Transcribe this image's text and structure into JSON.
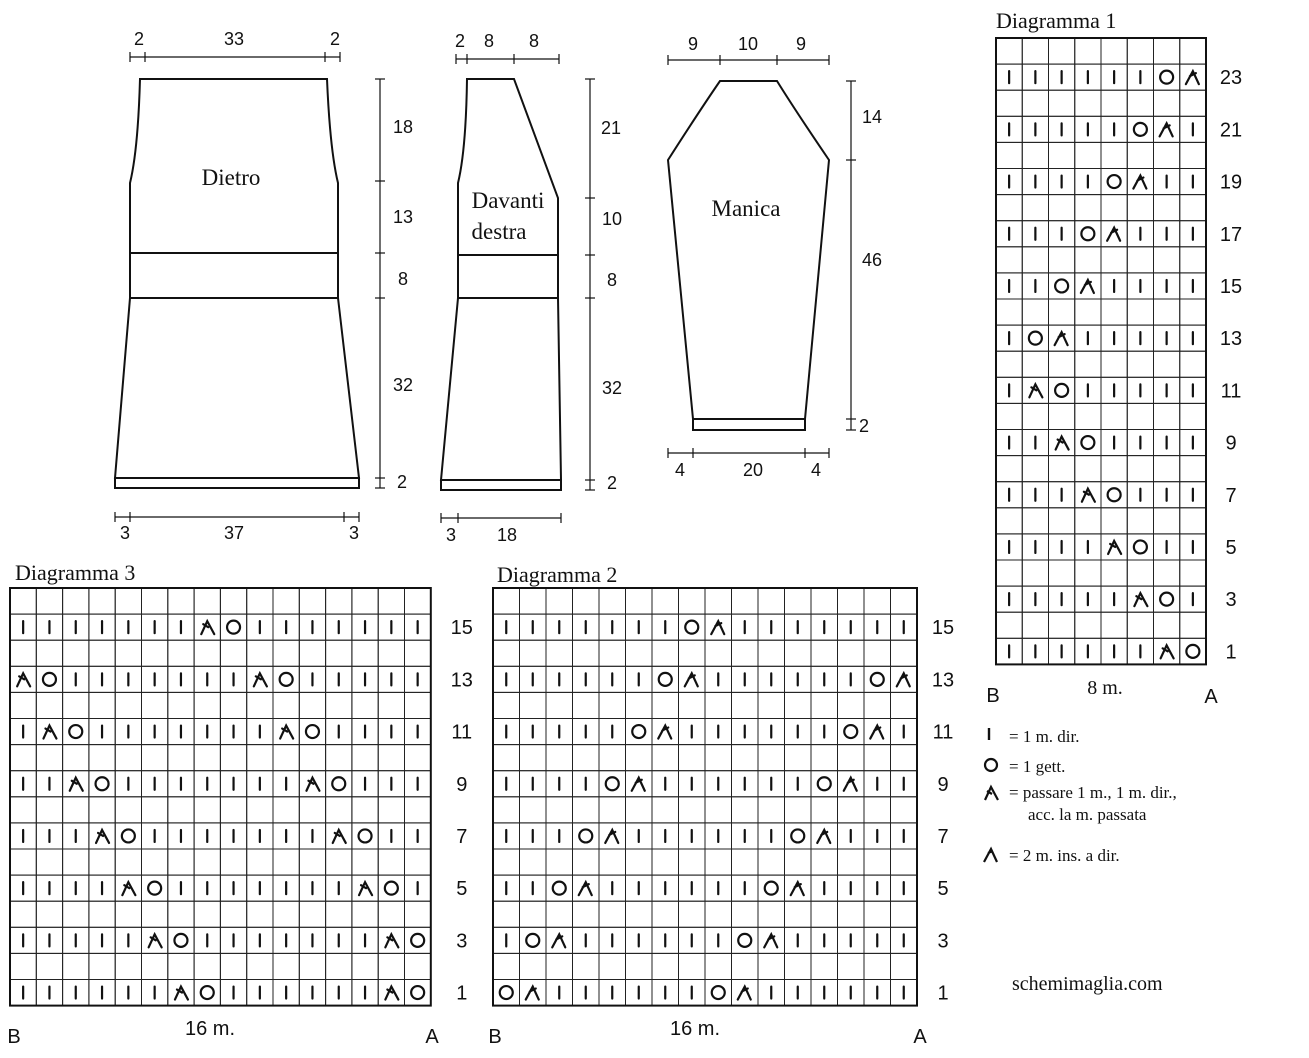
{
  "pieces": {
    "back": {
      "label": "Dietro",
      "top_widths": [
        "2",
        "33",
        "2"
      ],
      "bottom_widths": [
        "3",
        "37",
        "3"
      ],
      "heights": [
        "18",
        "13",
        "8",
        "32",
        "2"
      ]
    },
    "front": {
      "label_line1": "Davanti",
      "label_line2": "destra",
      "top_widths": [
        "2",
        "8",
        "8"
      ],
      "bottom_widths": [
        "3",
        "18"
      ],
      "heights": [
        "21",
        "10",
        "8",
        "32",
        "2"
      ]
    },
    "sleeve": {
      "label": "Manica",
      "top_widths": [
        "9",
        "10",
        "9"
      ],
      "bottom_widths": [
        "4",
        "20",
        "4"
      ],
      "heights": [
        "14",
        "46",
        "2"
      ]
    }
  },
  "diagram1": {
    "title": "Diagramma 1",
    "row_labels": [
      "23",
      "21",
      "19",
      "17",
      "15",
      "13",
      "11",
      "9",
      "7",
      "5",
      "3",
      "1"
    ],
    "rows": [
      "IIIIIIOK",
      "IIIIIOKI",
      "IIIIOKII",
      "IIIOKIII",
      "IIOKIIII",
      "IOKIIIII",
      "ISOIIIII",
      "IISOIIII",
      "IIISOIII",
      "IIIISOII",
      "IIIIISOI",
      "IIIIIISO"
    ],
    "left_label": "B",
    "right_label": "A",
    "width_label": "8 m."
  },
  "diagram2": {
    "title": "Diagramma 2",
    "row_labels": [
      "15",
      "13",
      "11",
      "9",
      "7",
      "5",
      "3",
      "1"
    ],
    "rows": [
      "IIIIIIIOKIIIIIII",
      "IIIIIIOKIIIIIIOK",
      "IIIIIOKIIIIIIOKI",
      "IIIIOKIIIIIIOKII",
      "IIIOKIIIIIIOKIII",
      "IIOKIIIIIIOKIIII",
      "IOKIIIIIIOKIIIII",
      "OKIIIIIIOKIIIIII"
    ],
    "left_label": "B",
    "right_label": "A",
    "width_label": "16 m."
  },
  "diagram3": {
    "title": "Diagramma 3",
    "row_labels": [
      "15",
      "13",
      "11",
      "9",
      "7",
      "5",
      "3",
      "1"
    ],
    "rows": [
      "IIIIIIISOIIIIIII",
      "SOIIIIIIISOIIIII",
      "ISOIIIIIIISOIIII",
      "IISOIIIIIIISOIII",
      "IIISOIIIIIIISOII",
      "IIIISOIIIIIIISOI",
      "IIIIISOIIIIIIISO",
      "IIIIIISOIIIIIISO"
    ],
    "left_label": "B",
    "right_label": "A",
    "width_label": "16 m."
  },
  "legend": [
    {
      "symbol": "I",
      "text": "= 1 m. dir."
    },
    {
      "symbol": "O",
      "text": "= 1 gett."
    },
    {
      "symbol": "S",
      "text": "= passare 1 m., 1 m. dir.,",
      "text2": "acc. la m. passata"
    },
    {
      "symbol": "K",
      "text": "= 2 m. ins. a dir."
    }
  ],
  "website": "schemimaglia.com"
}
